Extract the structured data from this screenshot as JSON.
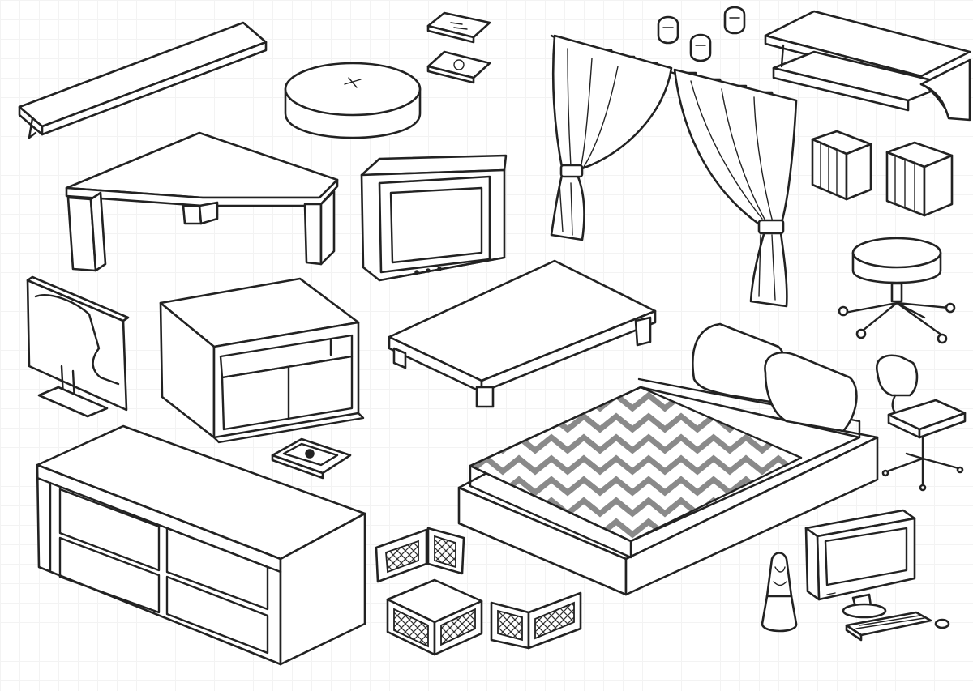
{
  "title": "",
  "colors": {
    "ink": "#222222",
    "paper": "#ffffff",
    "grid": "#f3f3f3",
    "blanket_pattern": "#8a8a8a"
  },
  "items": [
    "wall-shelf",
    "floor-cushion",
    "books-small",
    "curtains",
    "ceiling-lights",
    "wall-shelf-double",
    "book-rows",
    "corner-desk",
    "crt-tv",
    "flat-tv",
    "tv-stand",
    "coffee-table",
    "round-stool",
    "bed",
    "desk-chair",
    "dresser",
    "magazine",
    "mesh-crates",
    "lava-lamp",
    "computer"
  ]
}
